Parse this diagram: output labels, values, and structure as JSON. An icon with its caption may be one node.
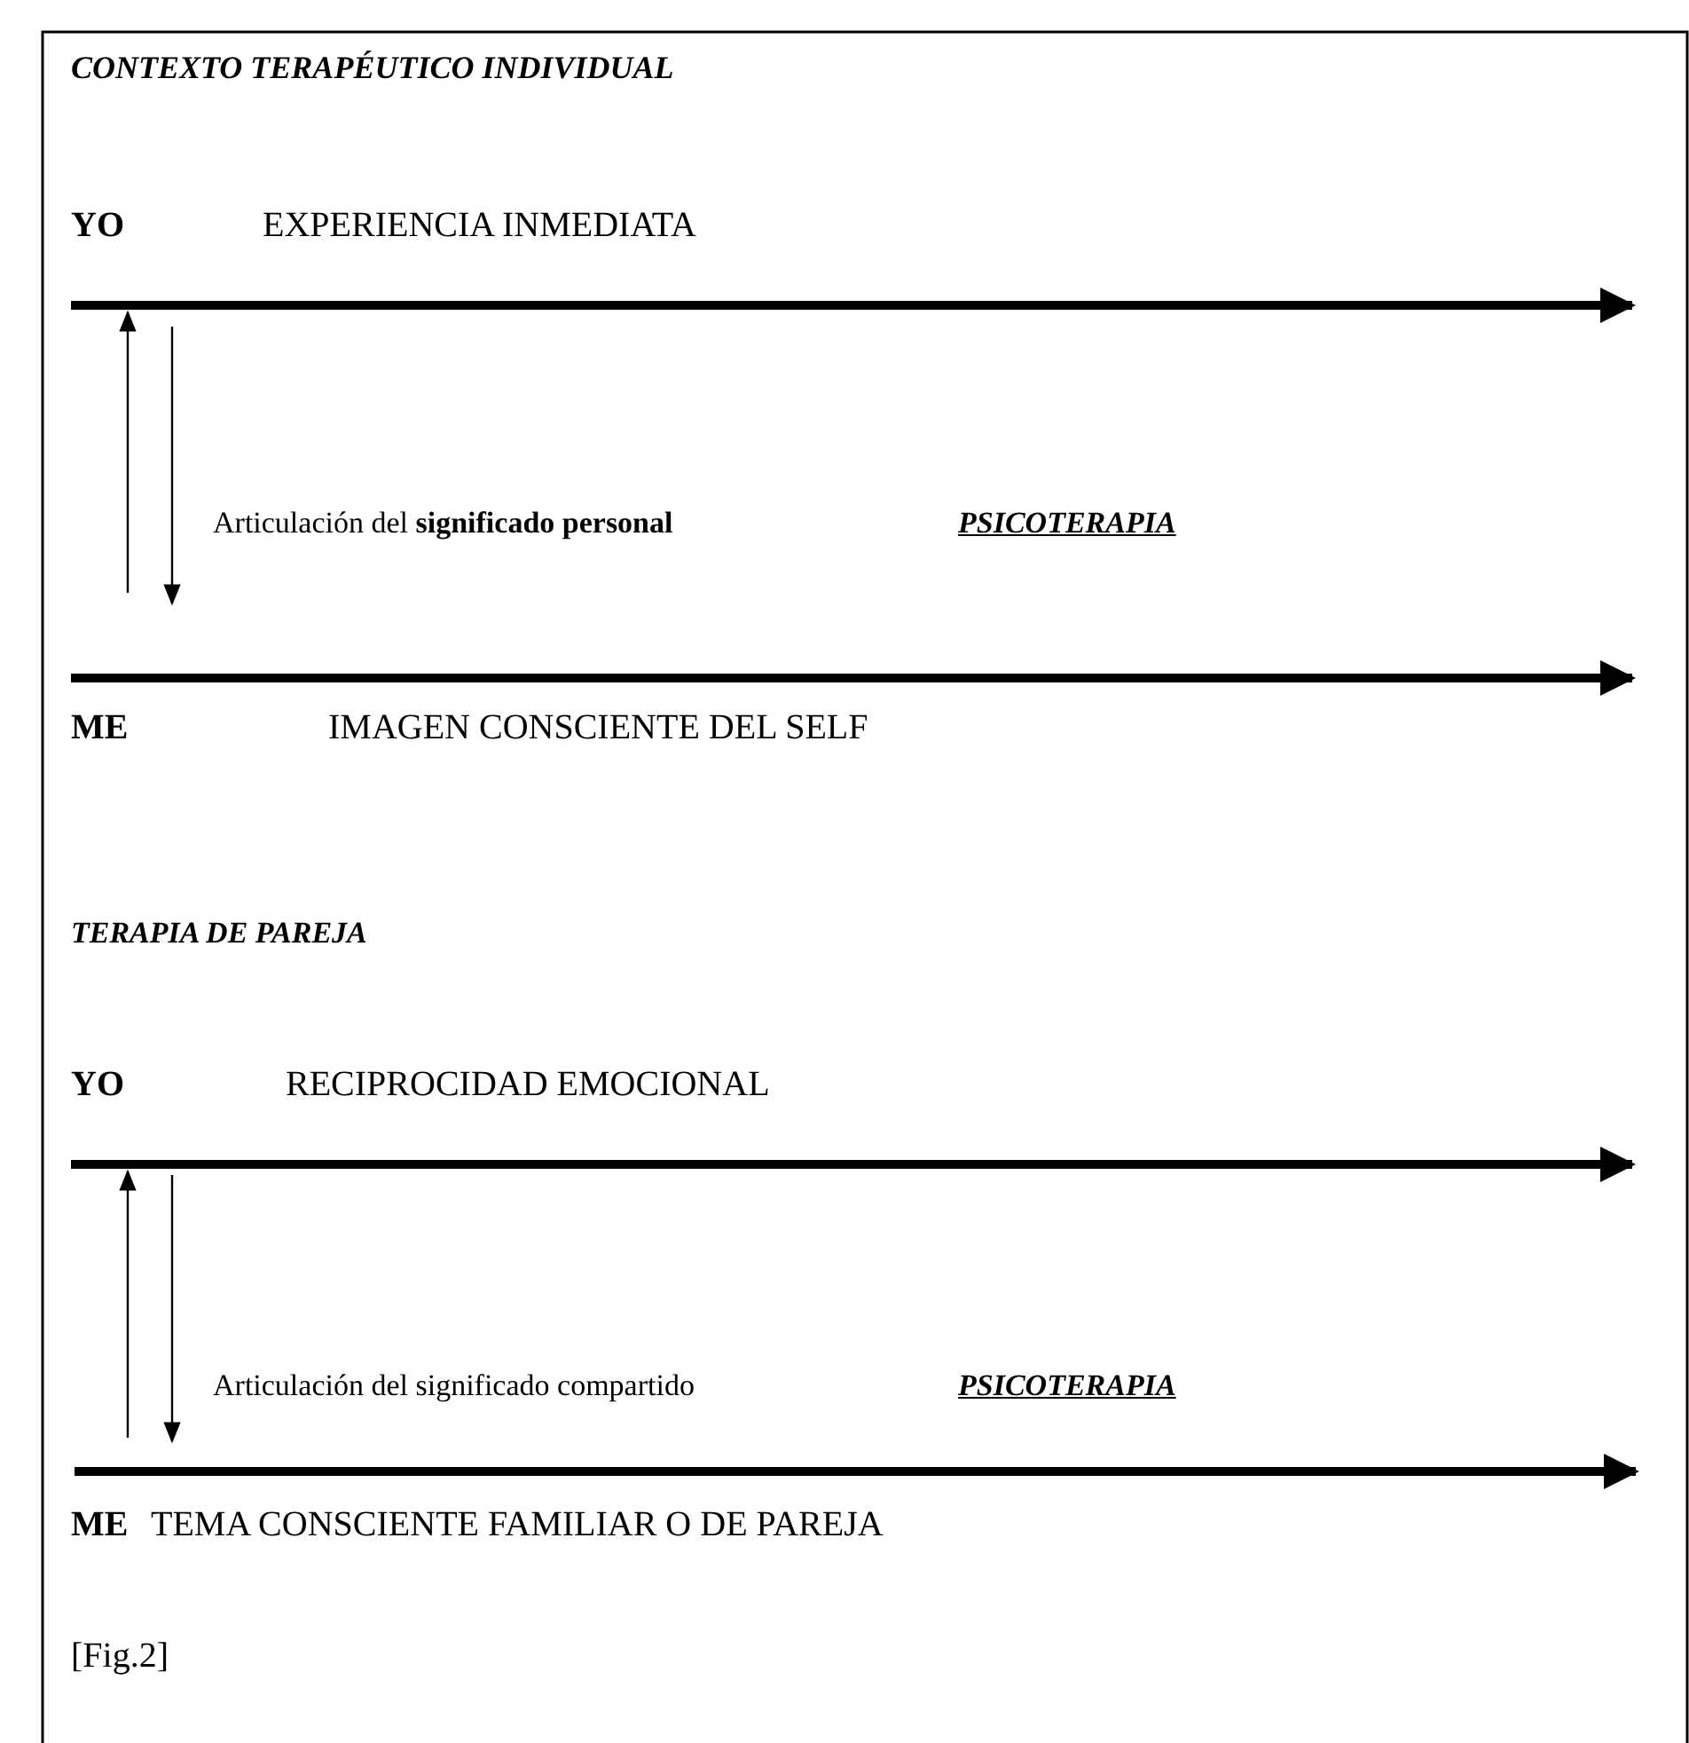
{
  "diagram": {
    "labels": [
      "CONTEXTO TERAPÉUTICO INDIVIDUAL",
      "YO",
      "EXPERIENCIA INMEDIATA",
      "Articulación del **significado personal**",
      "PSICOTERAPIA",
      "ME",
      "IMAGEN CONSCIENTE DEL SELF",
      "TERAPIA DE PAREJA",
      "YO",
      "RECIPROCIDAD EMOCIONAL",
      "Articulación del significado compartido",
      "PSICOTERAPIA",
      "ME",
      "TEMA CONSCIENTE FAMILIAR O DE PAREJA",
      "[Fig.2]"
    ]
  }
}
